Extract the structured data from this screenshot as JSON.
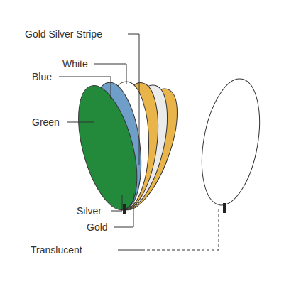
{
  "diagram": {
    "labels": [
      "Gold Silver Stripe",
      "White",
      "Blue",
      "Green",
      "Silver",
      "Gold",
      "Translucent"
    ]
  }
}
